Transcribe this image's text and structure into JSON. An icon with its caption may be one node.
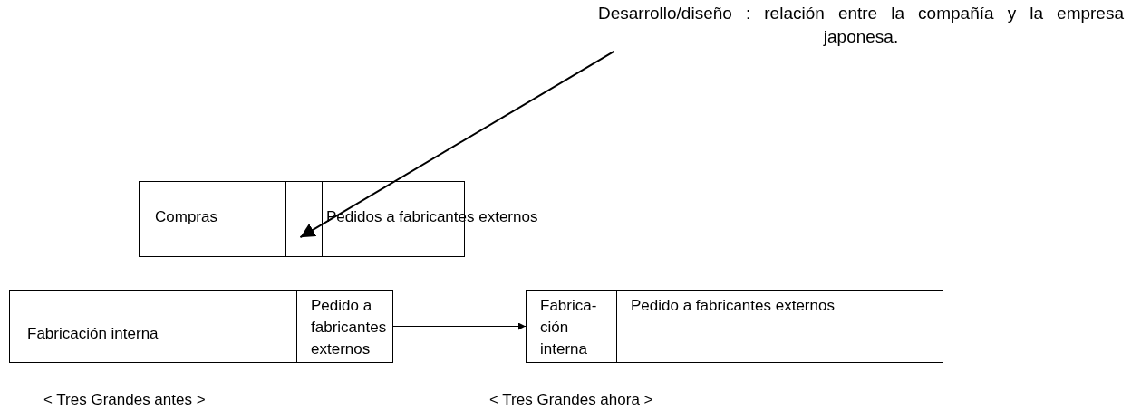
{
  "diagram": {
    "nodes": [
      {
        "text": [
          "Compras"
        ]
      },
      {
        "text": [],
        "shape": "box"
      },
      {
        "text": [
          "Pedidos a fabricantes externos"
        ]
      },
      {
        "text": [
          "Fabricación interna"
        ]
      },
      {
        "text": [
          "Pedido a fabricantes externos"
        ]
      },
      {
        "text": [
          "Fabrica- ción interna"
        ]
      },
      {
        "text": [
          "Pedido a fabricantes externos"
        ]
      },
      {
        "text": [
          "Desarrollo/diseño : relación entre la compañía y la empresa japonesa."
        ]
      }
    ],
    "edges": [
      {
        "from": 7,
        "to": 1,
        "arrow": "to"
      },
      {
        "from": 4,
        "to": 5,
        "arrow": "to"
      }
    ],
    "labels": [
      "< Tres Grandes antes >",
      "< Tres Grandes ahora >"
    ]
  }
}
